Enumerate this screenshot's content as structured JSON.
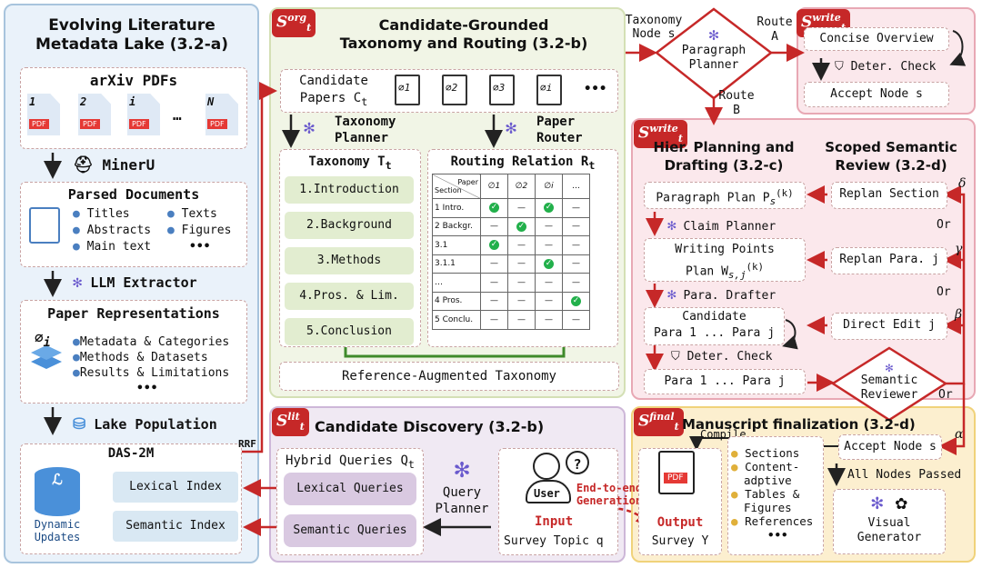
{
  "lake": {
    "title1": "Evolving Literature",
    "title2": "Metadata Lake (3.2-a)",
    "arxiv_title": "arXiv PDFs",
    "pdf_labels": [
      "1",
      "2",
      "i",
      "N"
    ],
    "pdf_text": "PDF",
    "ellipsis": "…",
    "mineru": "MinerU",
    "parsed_title": "Parsed Documents",
    "parsed_items": [
      "Titles",
      "Texts",
      "Abstracts",
      "Figures",
      "Main text",
      "•••"
    ],
    "llm_extractor": "LLM Extractor",
    "repr_title": "Paper Representations",
    "repr_symbol": "∅",
    "repr_sub": "i",
    "repr_items": [
      "Metadata & Categories",
      "Methods & Datasets",
      "Results & Limitations",
      "•••"
    ],
    "lake_population": "Lake Population",
    "das_title": "DAS-2M",
    "dynamic_updates": "Dynamic Updates",
    "lexical_index": "Lexical Index",
    "semantic_index": "Semantic Index",
    "rrf": "RRF",
    "db_symbol": "ℒ"
  },
  "org": {
    "tag_base": "S",
    "tag_sup": "org",
    "tag_sub": "t",
    "title1": "Candidate-Grounded",
    "title2": "Taxonomy and Routing (3.2-b)",
    "cand_papers1": "Candidate",
    "cand_papers2": "Papers C",
    "cand_papers_sub": "t",
    "paper_symbols": [
      "∅1",
      "∅2",
      "∅3",
      "∅i"
    ],
    "more": "•••",
    "tax_planner1": "Taxonomy",
    "tax_planner2": "Planner",
    "paper_router1": "Paper",
    "paper_router2": "Router",
    "taxonomy_title": "Taxonomy T",
    "taxonomy_sub": "t",
    "sections": [
      "1.Introduction",
      "2.Background",
      "3.Methods",
      "4.Pros. & Lim.",
      "5.Conclusion"
    ],
    "routing_title": "Routing Relation R",
    "routing_sub": "t",
    "table_header_paper": "Paper",
    "table_header_section": "Section",
    "table_cols": [
      "∅1",
      "∅2",
      "∅i",
      "…"
    ],
    "table_rows": [
      {
        "name": "1 Intro.",
        "cells": [
          "check",
          "—",
          "check",
          "—"
        ]
      },
      {
        "name": "2 Backgr.",
        "cells": [
          "—",
          "check",
          "—",
          "—"
        ]
      },
      {
        "name": "3.1",
        "cells": [
          "check",
          "—",
          "—",
          "—"
        ]
      },
      {
        "name": "3.1.1",
        "cells": [
          "—",
          "—",
          "check",
          "—"
        ]
      },
      {
        "name": "…",
        "cells": [
          "—",
          "—",
          "—",
          "—"
        ]
      },
      {
        "name": "4 Pros.",
        "cells": [
          "—",
          "—",
          "—",
          "check"
        ]
      },
      {
        "name": "5 Conclu.",
        "cells": [
          "—",
          "—",
          "—",
          "—"
        ]
      }
    ],
    "ref_aug": "Reference-Augmented Taxonomy"
  },
  "lit": {
    "tag_base": "S",
    "tag_sup": "lit",
    "tag_sub": "t",
    "title": "Candidate Discovery (3.2-b)",
    "hybrid": "Hybrid Queries Q",
    "hybrid_sub": "t",
    "lexical_queries": "Lexical Queries",
    "semantic_queries": "Semantic Queries",
    "query_planner1": "Query",
    "query_planner2": "Planner",
    "user": "User",
    "input": "Input",
    "survey_topic": "Survey Topic q",
    "e2e1": "End-to-end",
    "e2e2": "Generation"
  },
  "top": {
    "taxonomy_node1": "Taxonomy",
    "taxonomy_node2": "Node s",
    "paragraph_planner1": "Paragraph",
    "paragraph_planner2": "Planner",
    "route_a1": "Route",
    "route_a2": "A",
    "route_b1": "Route",
    "route_b2": "B",
    "write_tag_base": "S",
    "write_tag_sup": "write",
    "write_tag_sub": "t",
    "concise": "Concise Overview",
    "deter": "Deter. Check",
    "accept_node": "Accept Node s"
  },
  "write": {
    "tag_base": "S",
    "tag_sup": "write",
    "tag_sub": "t",
    "hier1": "Hier. Planning and",
    "hier2": "Drafting (3.2-c)",
    "scoped1": "Scoped Semantic",
    "scoped2": "Review (3.2-d)",
    "para_plan": "Paragraph Plan P",
    "claim_planner": "Claim Planner",
    "writing_points1": "Writing Points",
    "writing_points2": "Plan W",
    "para_drafter": "Para. Drafter",
    "candidate1": "Candidate",
    "candidate2": "Para 1 ... Para j",
    "deter": "Deter. Check",
    "para_final": "Para 1 ... Para j",
    "replan_section": "Replan Section",
    "replan_para": "Replan Para. j",
    "direct_edit": "Direct Edit j",
    "or": "Or",
    "semantic_reviewer1": "Semantic",
    "semantic_reviewer2": "Reviewer",
    "delta": "δ",
    "gamma": "γ",
    "beta": "β",
    "alpha": "α"
  },
  "final": {
    "tag_base": "S",
    "tag_sup": "final",
    "tag_sub": "t",
    "title": "Manuscript finalization (3.2-d)",
    "compile": "Compile",
    "output": "Output",
    "survey_y": "Survey Y",
    "pdf": "PDF",
    "items": [
      "Sections",
      "Content-",
      "adptive",
      "Tables &",
      "Figures",
      "References",
      "•••"
    ],
    "accept_node": "Accept Node s",
    "all_nodes": "All Nodes Passed",
    "visual1": "Visual",
    "visual2": "Generator"
  },
  "colors": {
    "blue_panel": "#eaf2fa",
    "green_panel": "#f1f5e6",
    "pink_panel": "#fbe8ec",
    "purple_panel": "#f0e9f3",
    "yellow_panel": "#fcefcf",
    "arrow_red": "#c62828",
    "accent_purple": "#6a5acd"
  }
}
